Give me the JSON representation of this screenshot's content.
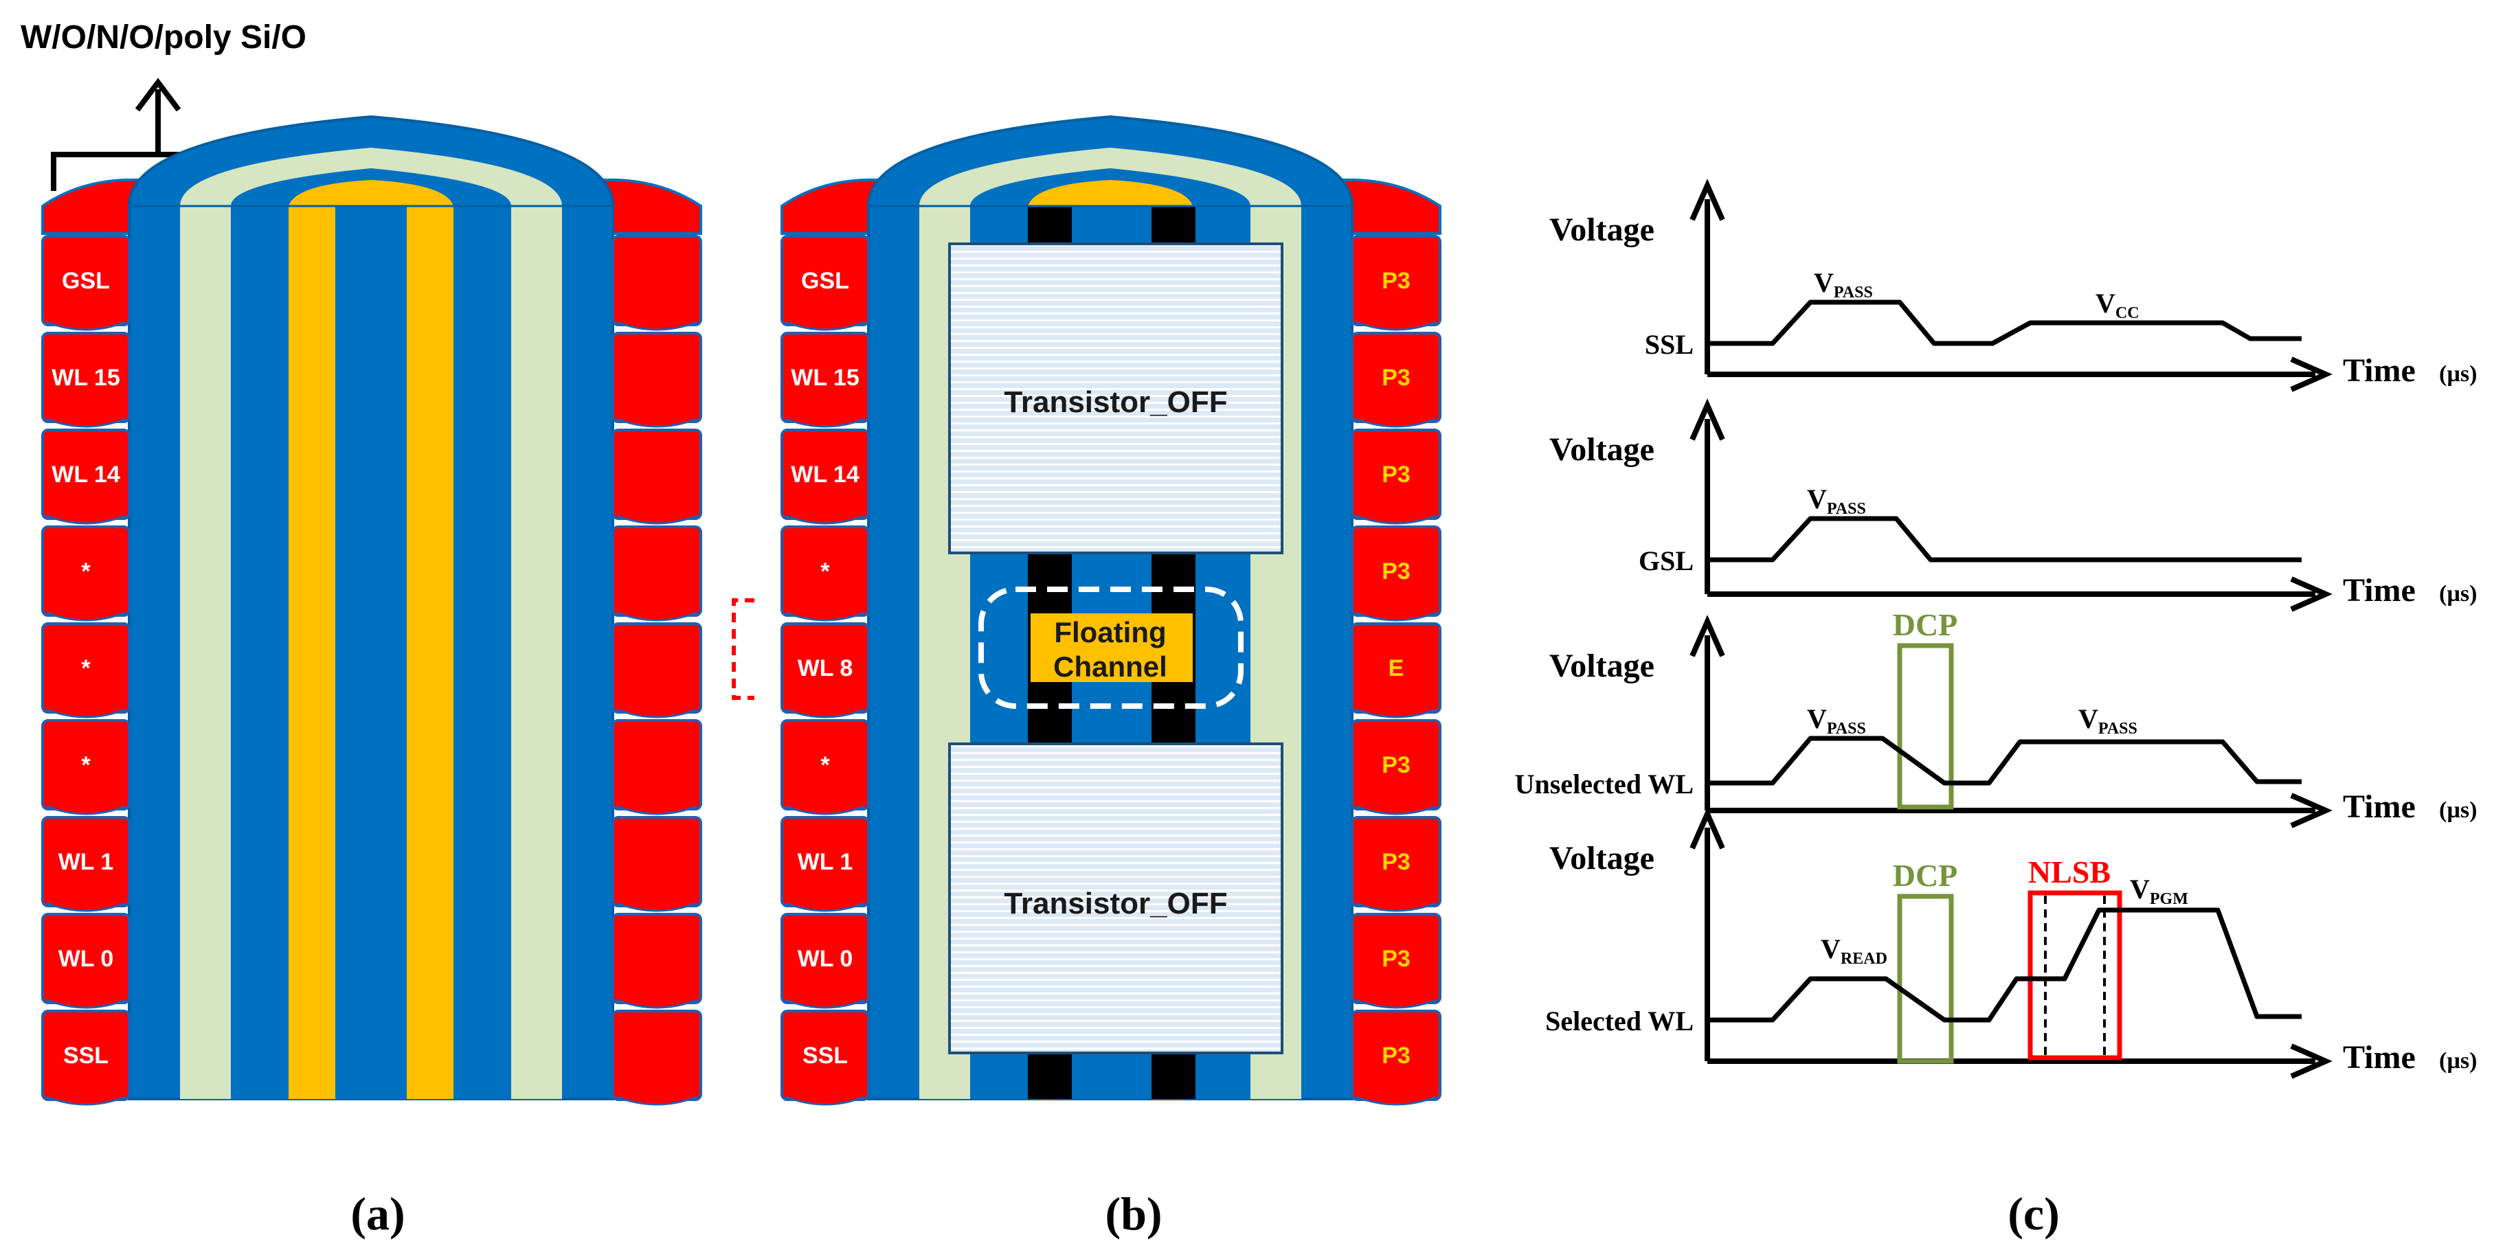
{
  "header": {
    "stack_label": "W/O/N/O/poly Si/O"
  },
  "panel_a": {
    "caption": "(a)",
    "layers": [
      "GSL",
      "WL 15",
      "WL 14",
      "*",
      "*",
      "*",
      "WL 1",
      "WL 0",
      "SSL"
    ]
  },
  "panel_b": {
    "caption": "(b)",
    "left_layers": [
      "GSL",
      "WL 15",
      "WL 14",
      "*",
      "WL 8",
      "*",
      "WL 1",
      "WL 0",
      "SSL"
    ],
    "right_layers": [
      "P3",
      "P3",
      "P3",
      "P3",
      "E",
      "P3",
      "P3",
      "P3",
      "P3"
    ],
    "transistor_top": "Transistor_OFF",
    "transistor_bottom": "Transistor_OFF",
    "floating_line1": "Floating",
    "floating_line2": "Channel"
  },
  "panel_c": {
    "caption": "(c)",
    "voltage_label": "Voltage",
    "time_label": "Time",
    "time_unit": "(µs)",
    "plots": [
      {
        "signal": "SSL",
        "labels": [
          {
            "main": "V",
            "sub": "PASS"
          },
          {
            "main": "V",
            "sub": "CC"
          }
        ]
      },
      {
        "signal": "GSL",
        "labels": [
          {
            "main": "V",
            "sub": "PASS"
          }
        ]
      },
      {
        "signal": "Unselected WL",
        "labels": [
          {
            "main": "V",
            "sub": "PASS"
          },
          {
            "main": "V",
            "sub": "PASS"
          }
        ],
        "box_label": "DCP"
      },
      {
        "signal": "Selected  WL",
        "labels": [
          {
            "main": "V",
            "sub": "READ"
          },
          {
            "main": "V",
            "sub": "PGM"
          }
        ],
        "box_label": "DCP",
        "box2_label": "NLSB"
      }
    ],
    "colors": {
      "dcp": "#77933c",
      "nlsb": "#ff0000"
    }
  },
  "colors": {
    "blue": "#0070c0",
    "green": "#d6e5c2",
    "gold": "#ffc000",
    "red": "#ff0000"
  }
}
